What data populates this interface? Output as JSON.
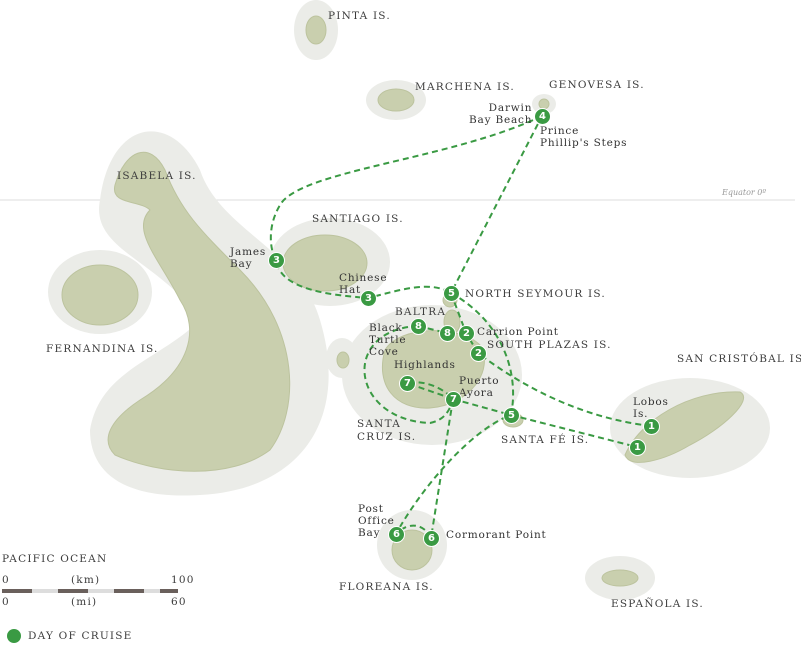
{
  "islands": {
    "pinta": "PINTA IS.",
    "marchena": "MARCHENA IS.",
    "genovesa": "GENOVESA IS.",
    "isabela": "ISABELA IS.",
    "santiago": "SANTIAGO IS.",
    "fernandina": "FERNANDINA IS.",
    "north_seymour": "NORTH SEYMOUR IS.",
    "baltra": "BALTRA",
    "south_plazas": "SOUTH PLAZAS IS.",
    "san_cristobal": "SAN CRISTÓBAL IS.",
    "santa_cruz": "SANTA\nCRUZ IS.",
    "santa_fe": "SANTA FÉ IS.",
    "floreana": "FLOREANA IS.",
    "espanola": "ESPAÑOLA IS."
  },
  "sites": {
    "darwin_bay": "Darwin\nBay Beach",
    "prince_phillip": "Prince\nPhillip's Steps",
    "james_bay": "James\nBay",
    "chinese_hat": "Chinese\nHat",
    "black_turtle": "Black\nTurtle\nCove",
    "carrion_point": "Carrion Point",
    "highlands": "Highlands",
    "puerto_ayora": "Puerto\nAyora",
    "lobos": "Lobos\nIs.",
    "post_office": "Post\nOffice\nBay",
    "cormorant": "Cormorant Point"
  },
  "equator": "Equator 0º",
  "ocean": "PACIFIC OCEAN",
  "scale": {
    "km_start": "0",
    "km_unit": "(km)",
    "km_end": "100",
    "mi_start": "0",
    "mi_unit": "(mi)",
    "mi_end": "60"
  },
  "legend": {
    "label": "DAY OF CRUISE",
    "color": "#3a9a43"
  },
  "markers": [
    "1",
    "1",
    "2",
    "2",
    "3",
    "3",
    "4",
    "5",
    "5",
    "6",
    "6",
    "7",
    "7",
    "8",
    "8"
  ],
  "colors": {
    "land": "#c9cfae",
    "halo": "#e9ebe6",
    "route": "#3a9a43"
  }
}
